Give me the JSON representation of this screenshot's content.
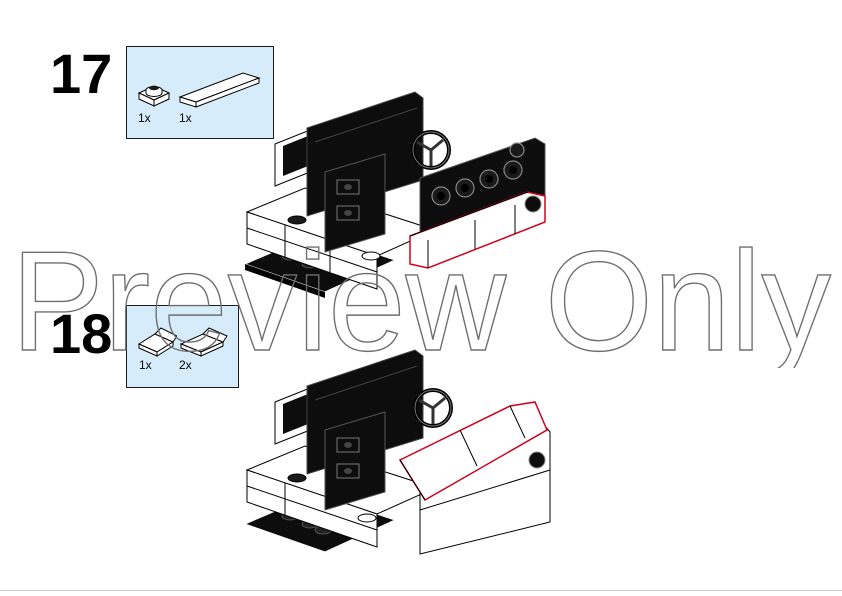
{
  "steps": [
    {
      "number": "17",
      "parts": [
        {
          "icon": "round-plate-1x1-icon",
          "qty": "1x"
        },
        {
          "icon": "tile-1x4-icon",
          "qty": "1x"
        }
      ],
      "highlight_color": "#d0021b"
    },
    {
      "number": "18",
      "parts": [
        {
          "icon": "slope-1x2-icon",
          "qty": "1x"
        },
        {
          "icon": "slope-1x2-icon",
          "qty": "2x"
        }
      ],
      "highlight_color": "#d0021b"
    }
  ],
  "watermark": "Preview Only",
  "colors": {
    "parts_box_bg": "#d6ecfb",
    "brick_black": "#0d0d0d",
    "brick_white": "#ffffff"
  }
}
